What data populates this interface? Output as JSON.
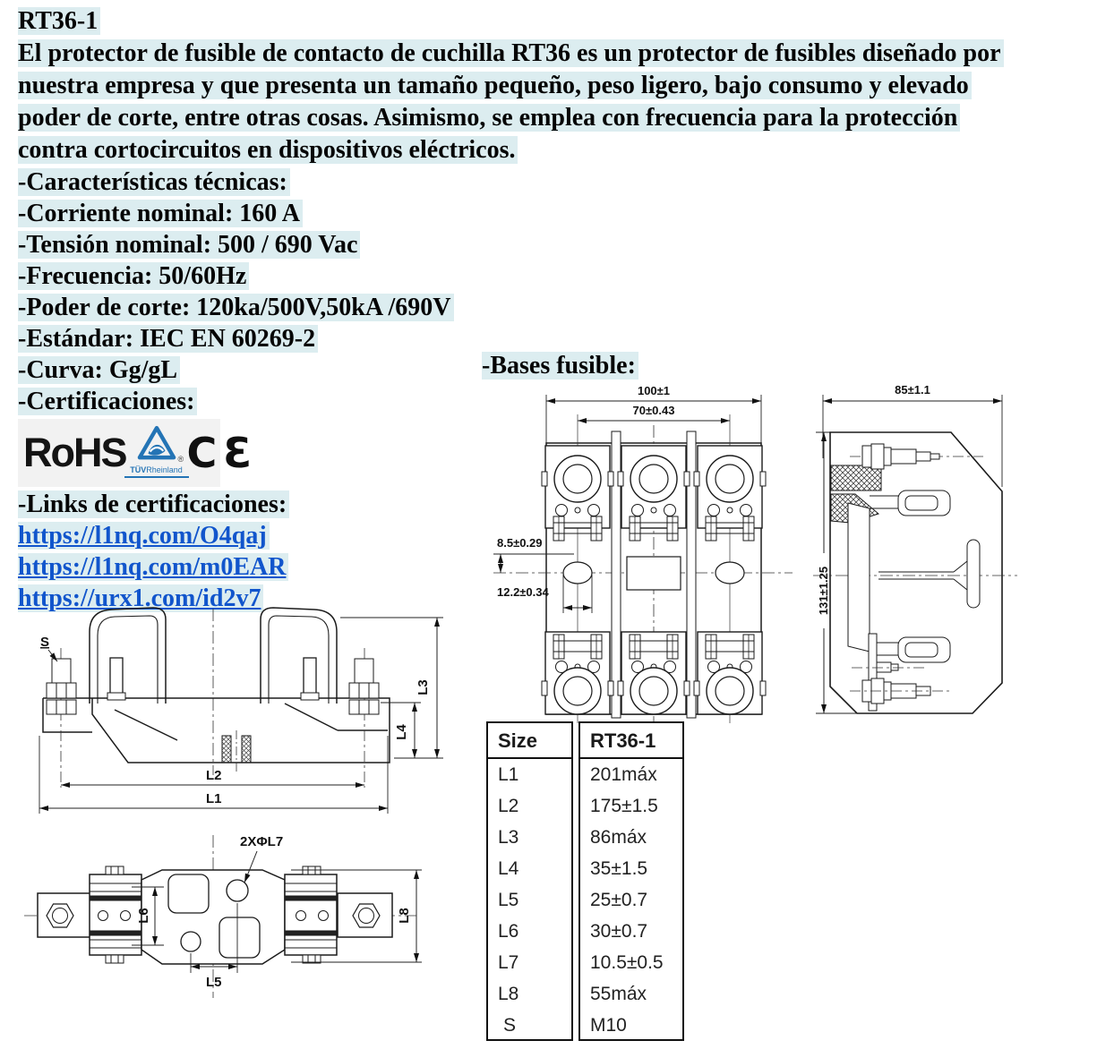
{
  "header": {
    "title": "RT36-1"
  },
  "description": {
    "lines": [
      "El protector de fusible de contacto de cuchilla RT36 es un protector de fusibles diseñado por",
      "nuestra empresa y que presenta un tamaño pequeño, peso ligero, bajo consumo y elevado",
      "poder de corte, entre otras cosas. Asimismo, se emplea con frecuencia para la protección",
      "contra cortocircuitos en dispositivos eléctricos."
    ]
  },
  "specs": {
    "items": [
      "-Características técnicas:",
      "-Corriente nominal: 160 A",
      "-Tensión nominal: 500 / 690 Vac",
      "-Frecuencia: 50/60Hz",
      "-Poder de corte: 120ka/500V,50kA /690V",
      "-Estándar: IEC EN 60269-2",
      "-Curva: Gg/gL",
      "-Certificaciones:"
    ]
  },
  "certs": {
    "rohs": "RoHS",
    "tuv_bold": "TÜV",
    "tuv_rest": "Rheinland",
    "tuv_reg": "®",
    "ce": "CƐ"
  },
  "links": {
    "label": "-Links de certificaciones:",
    "items": [
      "https://l1nq.com/O4qaj",
      "https://l1nq.com/m0EAR",
      "https://urx1.com/id2v7"
    ]
  },
  "bases": {
    "label": "-Bases fusible:"
  },
  "drawings": {
    "plan": {
      "dim_width": "100±1",
      "dim_pitch": "70±0.43",
      "dim_offset": "8.5±0.29",
      "dim_slot": "12.2±0.34"
    },
    "side": {
      "dim_width": "85±1.1",
      "dim_height": "131±1.25"
    },
    "front": {
      "s": "S",
      "l1": "L1",
      "l2": "L2",
      "l3": "L3",
      "l4": "L4"
    },
    "bottom": {
      "holes": "2XΦL7",
      "l5": "L5",
      "l6": "L6",
      "l8": "L8"
    }
  },
  "table": {
    "headers": [
      "Size",
      "RT36-1"
    ],
    "rows": [
      [
        "L1",
        "201máx"
      ],
      [
        "L2",
        "175±1.5"
      ],
      [
        "L3",
        "86máx"
      ],
      [
        "L4",
        "35±1.5"
      ],
      [
        "L5",
        "25±0.7"
      ],
      [
        "L6",
        "30±0.7"
      ],
      [
        "L7",
        "10.5±0.5"
      ],
      [
        "L8",
        "55máx"
      ],
      [
        "S",
        "M10"
      ]
    ]
  }
}
